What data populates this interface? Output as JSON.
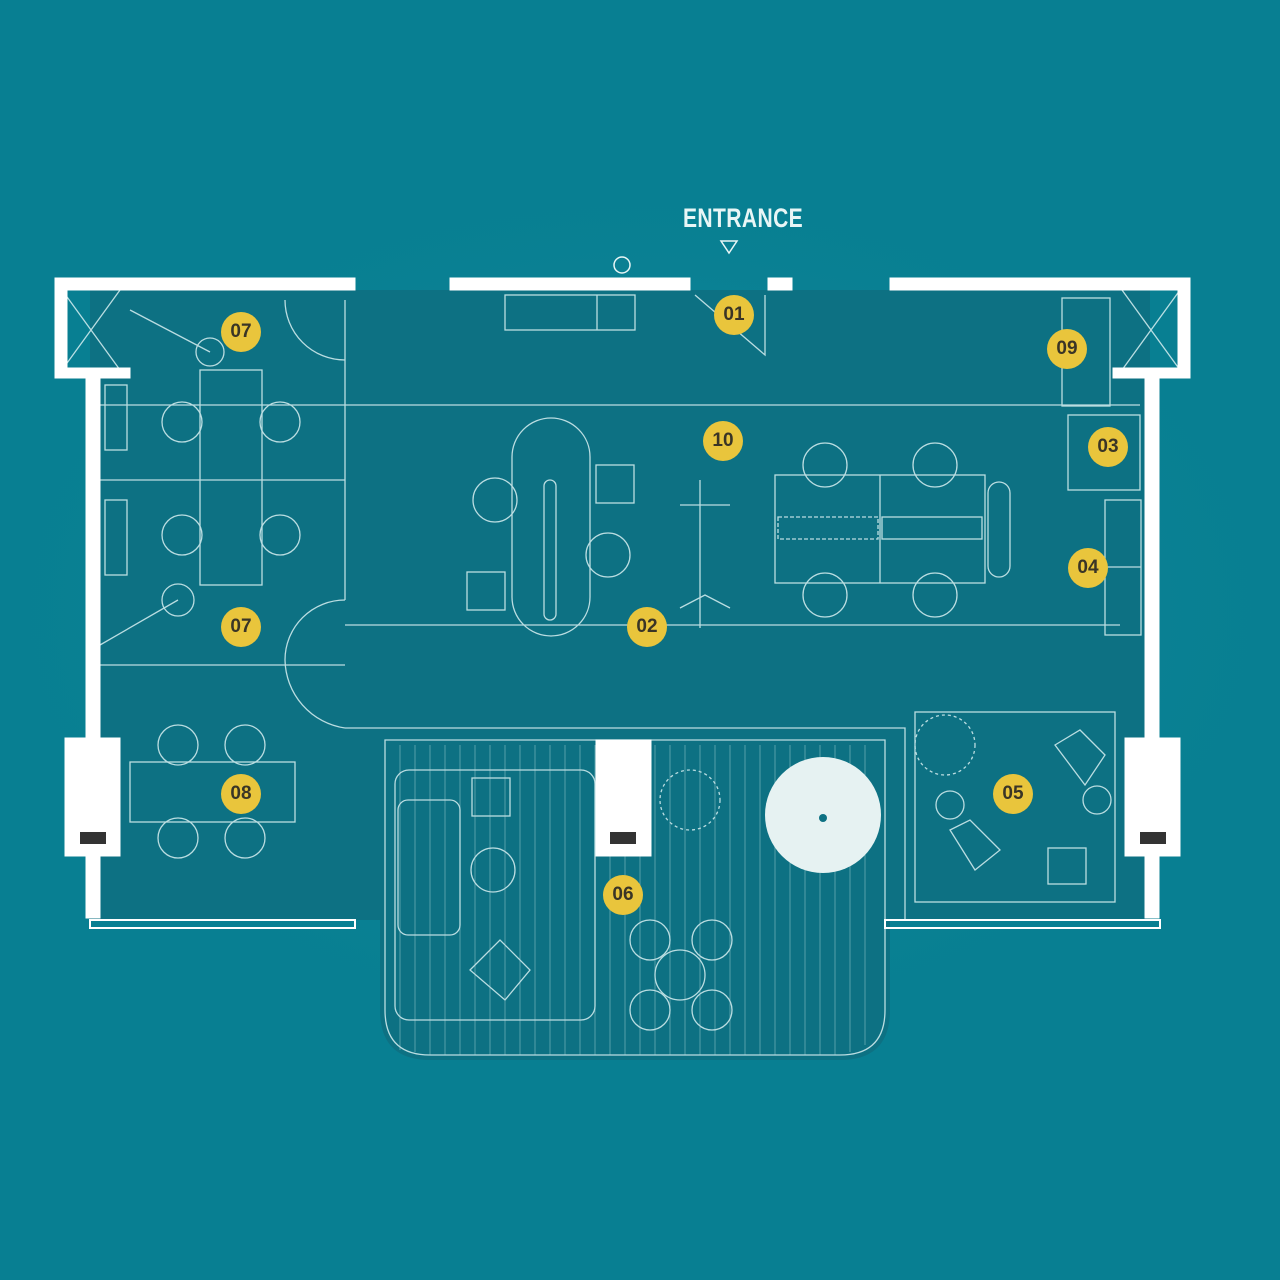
{
  "title": "Floor plan",
  "entrance_label": "ENTRANCE",
  "colors": {
    "background": "#087f92",
    "floor": "#0d7183",
    "wall": "#ffffff",
    "marker": "#e9c53c",
    "marker_text": "#3a3526"
  },
  "markers": [
    {
      "id": "01"
    },
    {
      "id": "02"
    },
    {
      "id": "03"
    },
    {
      "id": "04"
    },
    {
      "id": "05"
    },
    {
      "id": "06"
    },
    {
      "id": "07"
    },
    {
      "id": "07"
    },
    {
      "id": "08"
    },
    {
      "id": "09"
    },
    {
      "id": "10"
    }
  ]
}
